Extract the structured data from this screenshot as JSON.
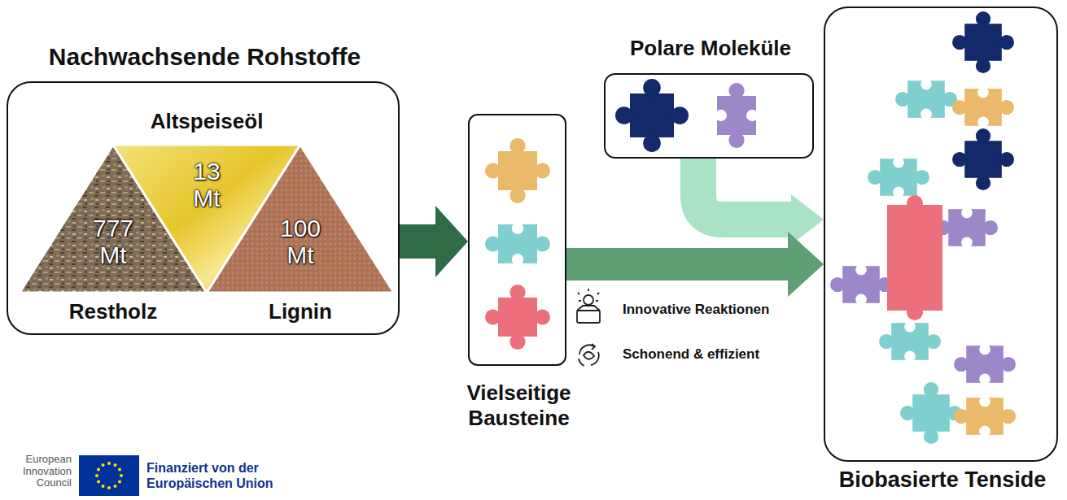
{
  "diagram": {
    "nodes": [
      {
        "text": [
          "Nachwachsende Rohstoffe"
        ]
      },
      {
        "text": [
          "777 Mt",
          "Restholz"
        ],
        "in": 0
      },
      {
        "text": [
          "Altspeiseöl",
          "13 Mt"
        ],
        "in": 0
      },
      {
        "text": [
          "100 Mt",
          "Lignin"
        ],
        "in": 0
      },
      {
        "text": [
          "Vielseitige Bausteine"
        ]
      },
      {
        "text": [
          "Polare Moleküle"
        ]
      },
      {
        "text": [
          "Biobasierte Tenside"
        ]
      }
    ],
    "edges": [
      {
        "from": 0,
        "to": 4,
        "arrow": "to"
      },
      {
        "from": 4,
        "to": 6,
        "arrow": "to"
      },
      {
        "from": 5,
        "to": 6,
        "arrow": "to"
      }
    ],
    "labels": [
      "Innovative Reaktionen",
      "Schonend & effizient",
      "European Innovation Council",
      "Finanziert von der Europäischen Union"
    ]
  }
}
